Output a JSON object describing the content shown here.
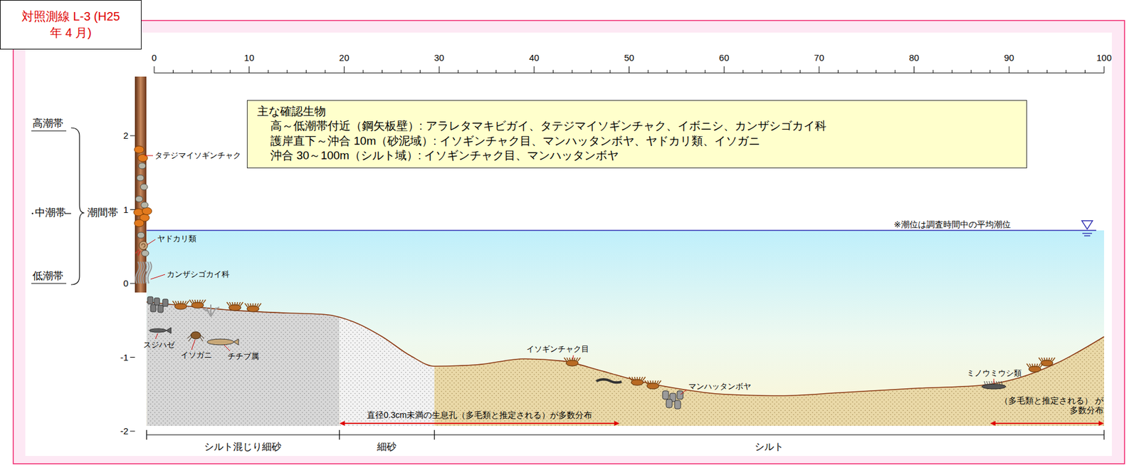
{
  "diagram": {
    "title": "対照測線 L-3 (H25 年 4 月)",
    "nodes": [
      {
        "text": [
          "対照測線 L-3 (H25 年 4 月)"
        ]
      },
      {
        "text": [
          "主な確認生物",
          "高～低潮帯付近（鋼矢板壁）: アラレタマキビガイ、タテジマイソギンチャク、イボニシ、カンザシゴカイ科",
          "護岸直下～沖合 10m（砂泥域）: イソギンチャク目、マンハッタンボヤ、ヤドカリ類、イソガニ",
          "沖合 30～100m（シルト域）: イソギンチャク目、マンハッタンボヤ"
        ]
      }
    ],
    "labels": [
      "0",
      "10",
      "20",
      "30",
      "40",
      "50",
      "60",
      "70",
      "80",
      "90",
      "100",
      "2",
      "1",
      "0",
      "-1",
      "-2",
      "高潮帯",
      "中潮帯",
      "潮間帯",
      "低潮帯",
      "タテジマイソギンチャク",
      "ヤドカリ類",
      "カンザシゴカイ科",
      "スジハゼ",
      "イソガニ",
      "チチブ属",
      "イソギンチャク目",
      "マンハッタンボヤ",
      "ミノウミウシ類",
      "※潮位は調査時間中の平均潮位",
      "直径0.3cm未満の生息孔（多毛類と推定される）が多数分布",
      "（多毛類と推定される） が多数分布",
      "シルト混じり細砂",
      "細砂",
      "シルト"
    ]
  }
}
